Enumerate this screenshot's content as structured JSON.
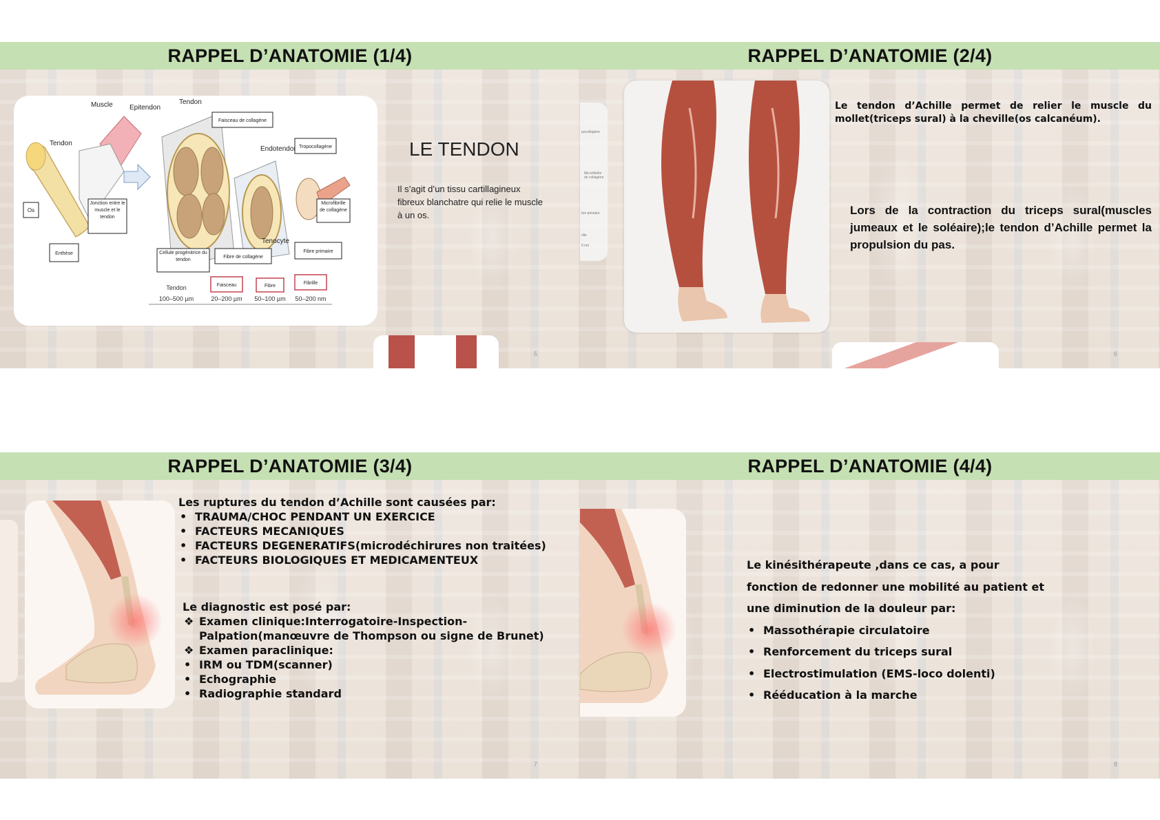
{
  "slides": [
    {
      "title": "RAPPEL D’ANATOMIE (1/4)",
      "number": "5",
      "heading": "LE TENDON",
      "text": "Il s’agit d’un tissu cartillagineux fibreux blanchatre qui relie le muscle à un os.",
      "diagram": {
        "muscle": "Muscle",
        "epitendon": "Epitendon",
        "tendon_top": "Tendon",
        "tendon_left": "Tendon",
        "faisceau_collagene": "Faisceau de collagène",
        "endotendon": "Endotendon",
        "tropocollagene": "Tropocollagène",
        "os": "Os",
        "jonction": "Jonction entre le muscle et le tendon",
        "microfibrille": "Microfibrille de collagène",
        "enthese": "Enthèse",
        "tenocyte": "Tenocyte",
        "cellule": "Cellule progénitrice du tendon",
        "fibre_collagene": "Fibre de collagène",
        "fibre_primaire": "Fibre primaire",
        "scale_labels": [
          "Tendon",
          "Faisceau",
          "Fibre",
          "Fibrille"
        ],
        "scale_values": [
          "100–500 µm",
          "20–200 µm",
          "50–100 µm",
          "50–200 nm"
        ]
      }
    },
    {
      "title": "RAPPEL D’ANATOMIE (2/4)",
      "number": "6",
      "p1": "Le tendon d’Achille permet de  relier le muscle du mollet(triceps sural) à la cheville(os calcanéum).",
      "p2": "Lors de la contraction du triceps sural(muscles jumeaux et le soléaire);le tendon d’Achille permet la propulsion du pas.",
      "edge_labels": [
        "pocollagène",
        "Microfibrille de collagène",
        "bre primaire",
        "rille",
        "0 nm"
      ]
    },
    {
      "title": "RAPPEL D’ANATOMIE (3/4)",
      "number": "7",
      "causes_intro": "Les ruptures du tendon d’Achille sont causées par:",
      "causes": [
        "TRAUMA/CHOC PENDANT UN EXERCICE",
        "FACTEURS MECANIQUES",
        "FACTEURS DEGENERATIFS(microdéchirures non traitées)",
        "FACTEURS BIOLOGIQUES ET MEDICAMENTEUX"
      ],
      "diag_intro": "Le diagnostic est posé par:",
      "diag_clinique": "Examen clinique:Interrogatoire-Inspection-Palpation(manœuvre de Thompson ou signe de Brunet)",
      "diag_para": "Examen paraclinique:",
      "para_items": [
        "IRM ou TDM(scanner)",
        "Echographie",
        "Radiographie standard"
      ]
    },
    {
      "title": "RAPPEL D’ANATOMIE (4/4)",
      "number": "8",
      "intro_lines": [
        "Le kinésithérapeute ,dans ce cas,  a pour",
        "fonction de redonner une mobilité au patient et",
        "une diminution de la douleur par:"
      ],
      "items": [
        "Massothérapie circulatoire",
        "Renforcement du triceps sural",
        "Electrostimulation (EMS-loco dolenti)",
        "Rééducation à la marche"
      ]
    }
  ],
  "bullets": {
    "dot": "•",
    "diamond": "❖"
  }
}
